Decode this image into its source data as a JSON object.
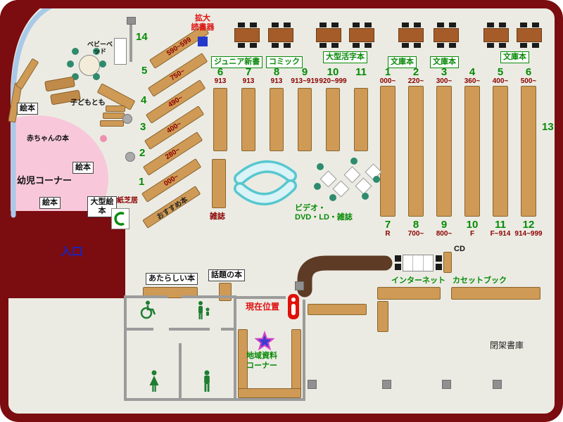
{
  "colors": {
    "outer_wall": "#7b0c10",
    "floor": "#ebebe3",
    "shelf_tan": "#cf9a55",
    "number_green": "#068a06",
    "range_maroon": "#8b0000",
    "entrance_blue": "#1424c8",
    "highlight_red": "#e01010",
    "bench_cyan": "#57c7cf",
    "kids_pink": "#f8c8da",
    "arc_blue": "#a9c9e9"
  },
  "kids": {
    "ehon1": "絵本",
    "ehon2": "絵本",
    "ehon3": "絵本",
    "youji_corner": "幼児コーナー",
    "akachan_hon": "赤ちゃんの本",
    "kodomo_tomo": "子どもとも",
    "baby_bed": "ベビーベッド",
    "oogata_ehon": "大型絵本",
    "kamishibai": "紙芝居",
    "osusume_bon": "おすすめ本",
    "entrance": "入口"
  },
  "diagonal_shelves": [
    {
      "num": "14",
      "range": "590~599"
    },
    {
      "num": "5",
      "range": "750~"
    },
    {
      "num": "4",
      "range": "490~"
    },
    {
      "num": "3",
      "range": "400~"
    },
    {
      "num": "2",
      "range": "280~"
    },
    {
      "num": "1",
      "range": "000~"
    }
  ],
  "top": {
    "kakudai_line1": "拡大",
    "kakudai_line2": "読書器",
    "junior_shinsho": "ジュニア新書",
    "comic": "コミック",
    "oogata_katsuji": "大型活字本",
    "bunko1": "文庫本",
    "bunko2": "文庫本",
    "bunko3": "文庫本"
  },
  "columns_top": [
    {
      "num": "6",
      "range": "913"
    },
    {
      "num": "7",
      "range": "913"
    },
    {
      "num": "8",
      "range": "913"
    },
    {
      "num": "9",
      "range": "913~919"
    },
    {
      "num": "10",
      "range": "920~999"
    },
    {
      "num": "11",
      "range": ""
    },
    {
      "num": "1",
      "range": "000~"
    },
    {
      "num": "2",
      "range": "220~"
    },
    {
      "num": "3",
      "range": "300~"
    },
    {
      "num": "4",
      "range": "360~"
    },
    {
      "num": "5",
      "range": "400~"
    },
    {
      "num": "6",
      "range": "500~"
    }
  ],
  "columns_bottom": [
    {
      "num": "7",
      "range": "R"
    },
    {
      "num": "8",
      "range": "700~"
    },
    {
      "num": "9",
      "range": "800~"
    },
    {
      "num": "10",
      "range": "F"
    },
    {
      "num": "11",
      "range": "F~914"
    },
    {
      "num": "12",
      "range": "914~999"
    }
  ],
  "num13": "13",
  "mid": {
    "zasshi": "雑誌",
    "video_line1": "ビデオ・",
    "video_line2": "DVD・LD・雑誌",
    "cd": "CD",
    "internet": "インターネット",
    "cassette_book": "カセットブック",
    "atarashii_hon": "あたらしい本",
    "wadai_no_hon": "話題の本"
  },
  "bottom": {
    "genzai_ichi": "現在位置",
    "chiiki_line1": "地域資料",
    "chiiki_line2": "コーナー",
    "heika_shoko": "閉架書庫"
  }
}
